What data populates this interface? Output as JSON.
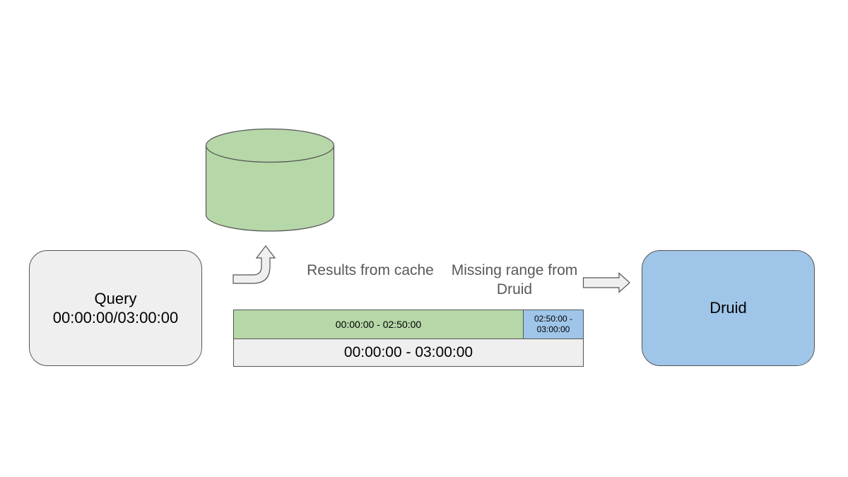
{
  "query": {
    "title": "Query",
    "range": "00:00:00/03:00:00"
  },
  "druid": {
    "title": "Druid"
  },
  "labels": {
    "cache": "Results from cache",
    "missing": "Missing range from Druid"
  },
  "timeline": {
    "cached_range": "00:00:00 - 02:50:00",
    "missing_range": "02:50:00 - 03:00:00",
    "full_range": "00:00:00 - 03:00:00"
  },
  "colors": {
    "cache_green": "#b6d7a8",
    "druid_blue": "#9fc5e8",
    "neutral_gray": "#efefef",
    "stroke": "#555555"
  }
}
